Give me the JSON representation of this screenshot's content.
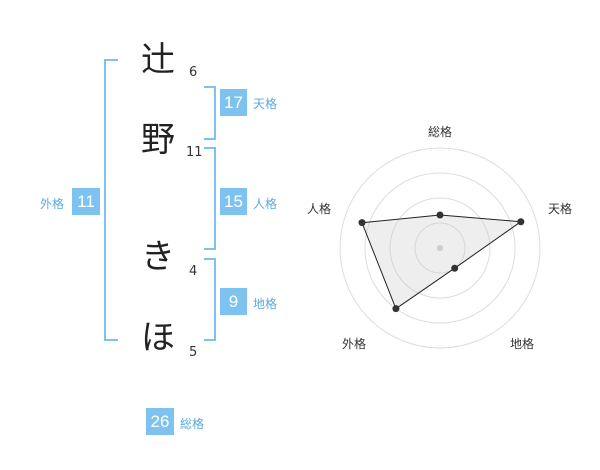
{
  "name": {
    "chars": [
      {
        "char": "辻",
        "strokes": "6"
      },
      {
        "char": "野",
        "strokes": "11"
      },
      {
        "char": "き",
        "strokes": "4"
      },
      {
        "char": "ほ",
        "strokes": "5"
      }
    ]
  },
  "kaku": {
    "tenkaku": {
      "value": "17",
      "label": "天格"
    },
    "jinkaku": {
      "value": "15",
      "label": "人格"
    },
    "chikaku": {
      "value": "9",
      "label": "地格"
    },
    "gaikaku": {
      "value": "11",
      "label": "外格"
    },
    "soukaku": {
      "value": "26",
      "label": "総格"
    }
  },
  "colors": {
    "accent": "#7ec3f0",
    "label_text": "#5aa9e0"
  },
  "chart_data": {
    "type": "radar",
    "axes": [
      "総格",
      "天格",
      "地格",
      "外格",
      "人格"
    ],
    "values": [
      0.33,
      0.85,
      0.25,
      0.75,
      0.82
    ],
    "range": [
      0,
      1
    ],
    "rings": 4
  }
}
